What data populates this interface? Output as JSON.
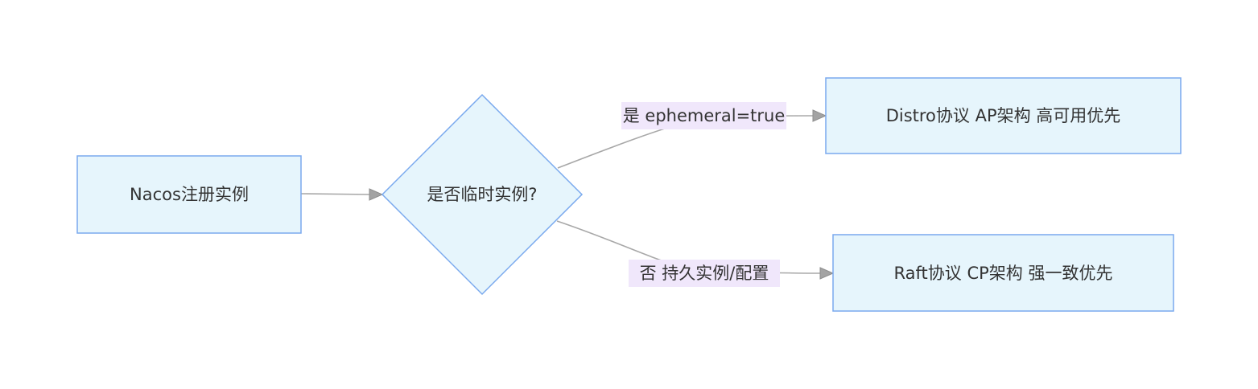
{
  "nodes": {
    "start": {
      "label": "Nacos注册实例"
    },
    "decision": {
      "label": "是否临时实例?"
    },
    "distro": {
      "label": "Distro协议 AP架构 高可用优先"
    },
    "raft": {
      "label": "Raft协议 CP架构 强一致优先"
    }
  },
  "edges": {
    "yes": {
      "label": "是 ephemeral=true"
    },
    "no": {
      "label": "否 持久实例/配置"
    }
  },
  "colors": {
    "node_fill": "#e6f5fc",
    "node_stroke": "#7aa9ee",
    "edge": "#a8a8a8",
    "label_bg": "#f0e7fb",
    "text": "#333333"
  }
}
